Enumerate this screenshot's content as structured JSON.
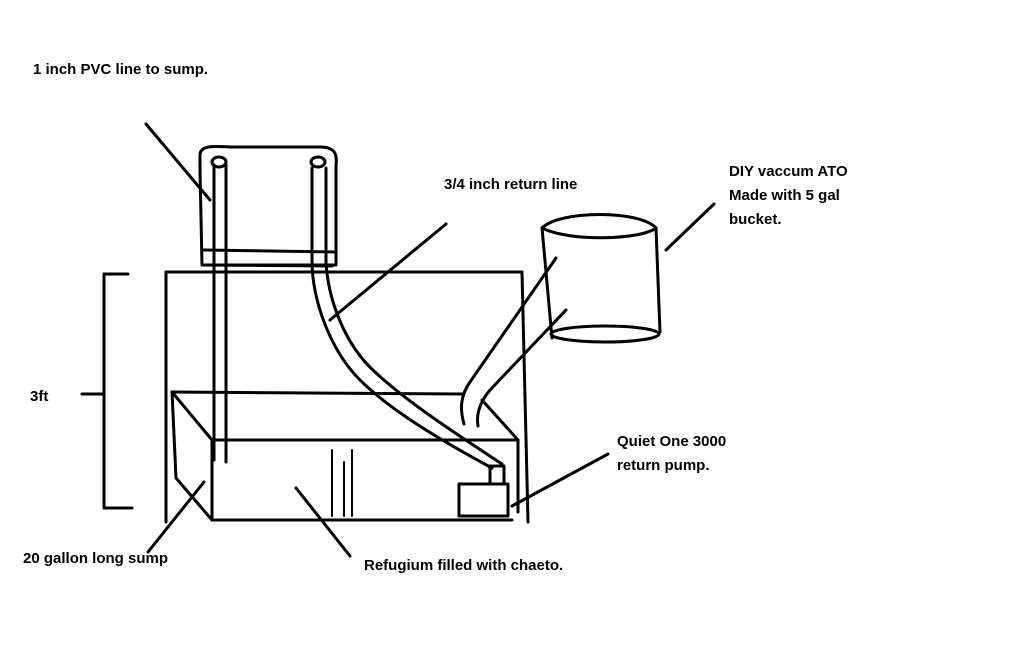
{
  "labels": {
    "pvc_line": "1 inch PVC line to sump.",
    "return_line": "3/4 inch return line",
    "ato_line1": "DIY vaccum ATO",
    "ato_line2": "Made with 5 gal",
    "ato_line3": "bucket.",
    "height": "3ft",
    "pump_line1": "Quiet One 3000",
    "pump_line2": "return pump.",
    "sump": "20 gallon long sump",
    "refugium": "Refugium filled with chaeto."
  },
  "colors": {
    "ink": "#000000",
    "background": "#ffffff"
  }
}
